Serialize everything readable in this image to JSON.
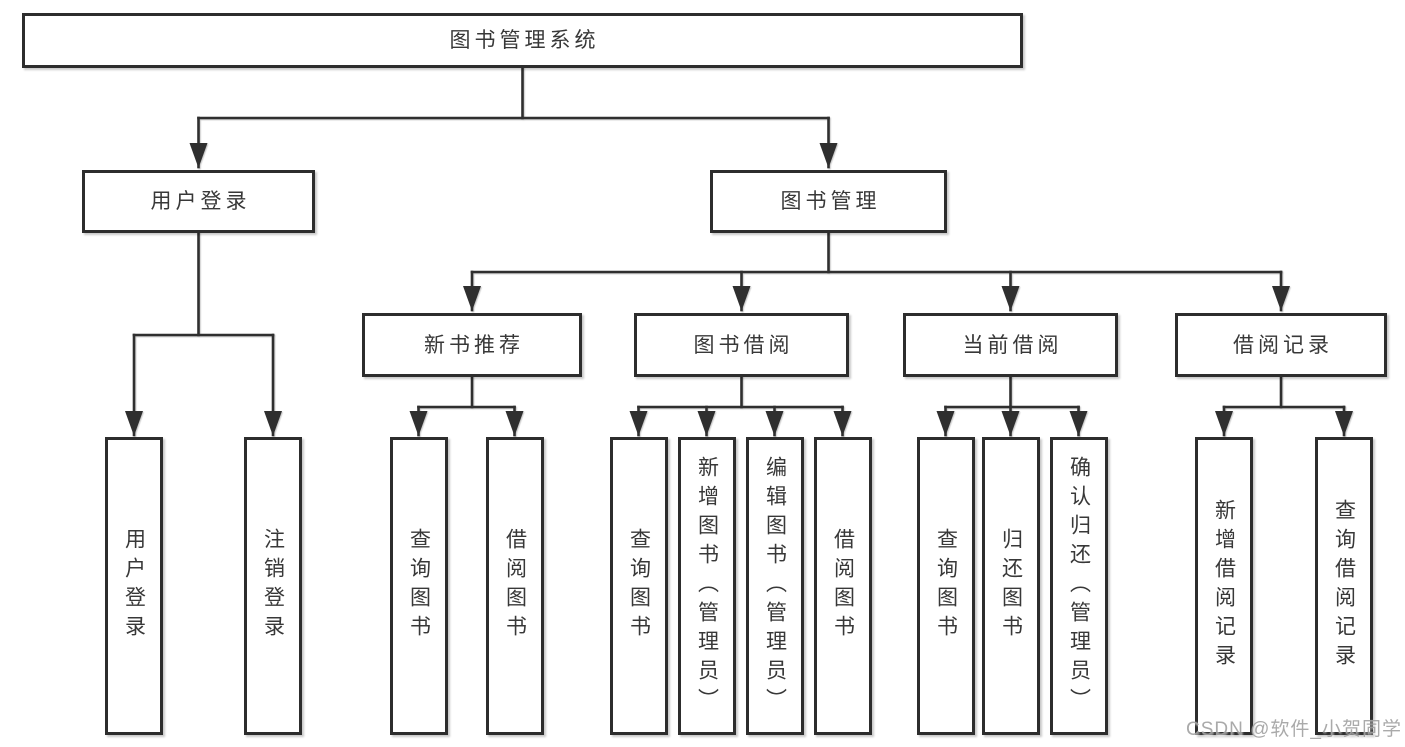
{
  "diagram": {
    "root_label": "图书管理系统",
    "level2": [
      {
        "label": "用户登录",
        "children": [
          {
            "label": "用户登录"
          },
          {
            "label": "注销登录"
          }
        ]
      },
      {
        "label": "图书管理",
        "children": [
          {
            "label": "新书推荐",
            "children": [
              {
                "label": "查询图书"
              },
              {
                "label": "借阅图书"
              }
            ]
          },
          {
            "label": "图书借阅",
            "children": [
              {
                "label": "查询图书"
              },
              {
                "label": "新增图书（管理员）"
              },
              {
                "label": "编辑图书（管理员）"
              },
              {
                "label": "借阅图书"
              }
            ]
          },
          {
            "label": "当前借阅",
            "children": [
              {
                "label": "查询图书"
              },
              {
                "label": "归还图书"
              },
              {
                "label": "确认归还（管理员）"
              }
            ]
          },
          {
            "label": "借阅记录",
            "children": [
              {
                "label": "新增借阅记录"
              },
              {
                "label": "查询借阅记录"
              }
            ]
          }
        ]
      }
    ]
  },
  "watermark": {
    "text": "CSDN @软件_小贺同学"
  },
  "colors": {
    "line": "#2f2f2f",
    "box_border": "#2d2d2d",
    "box_fill": "#ffffff",
    "text": "#383838",
    "watermark": "#a3a3a3",
    "background": "#ffffff"
  }
}
